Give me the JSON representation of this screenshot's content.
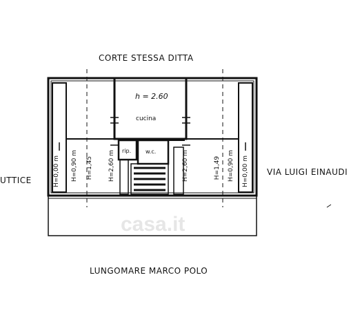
{
  "labels": {
    "top_street": "CORTE STESSA DITTA",
    "right_street": "VIA LUIGI EINAUDI",
    "left_street": "UTTICE",
    "bottom_street": "LUNGOMARE MARCO POLO"
  },
  "rooms": {
    "kitchen_height": "h = 2.60",
    "kitchen_name": "cucina",
    "storage": "rip.",
    "wc": "w.c."
  },
  "heights": {
    "far_left": "H=0,00 m",
    "left_1": "H=0,90 m",
    "left_2": "H=1,45",
    "left_3": "H=2,60 m",
    "right_3": "H=2,60 m",
    "right_2": "H=1,49",
    "right_1": "H=0,90 m",
    "far_right": "H=0,00 m"
  },
  "watermark": "casa.it"
}
